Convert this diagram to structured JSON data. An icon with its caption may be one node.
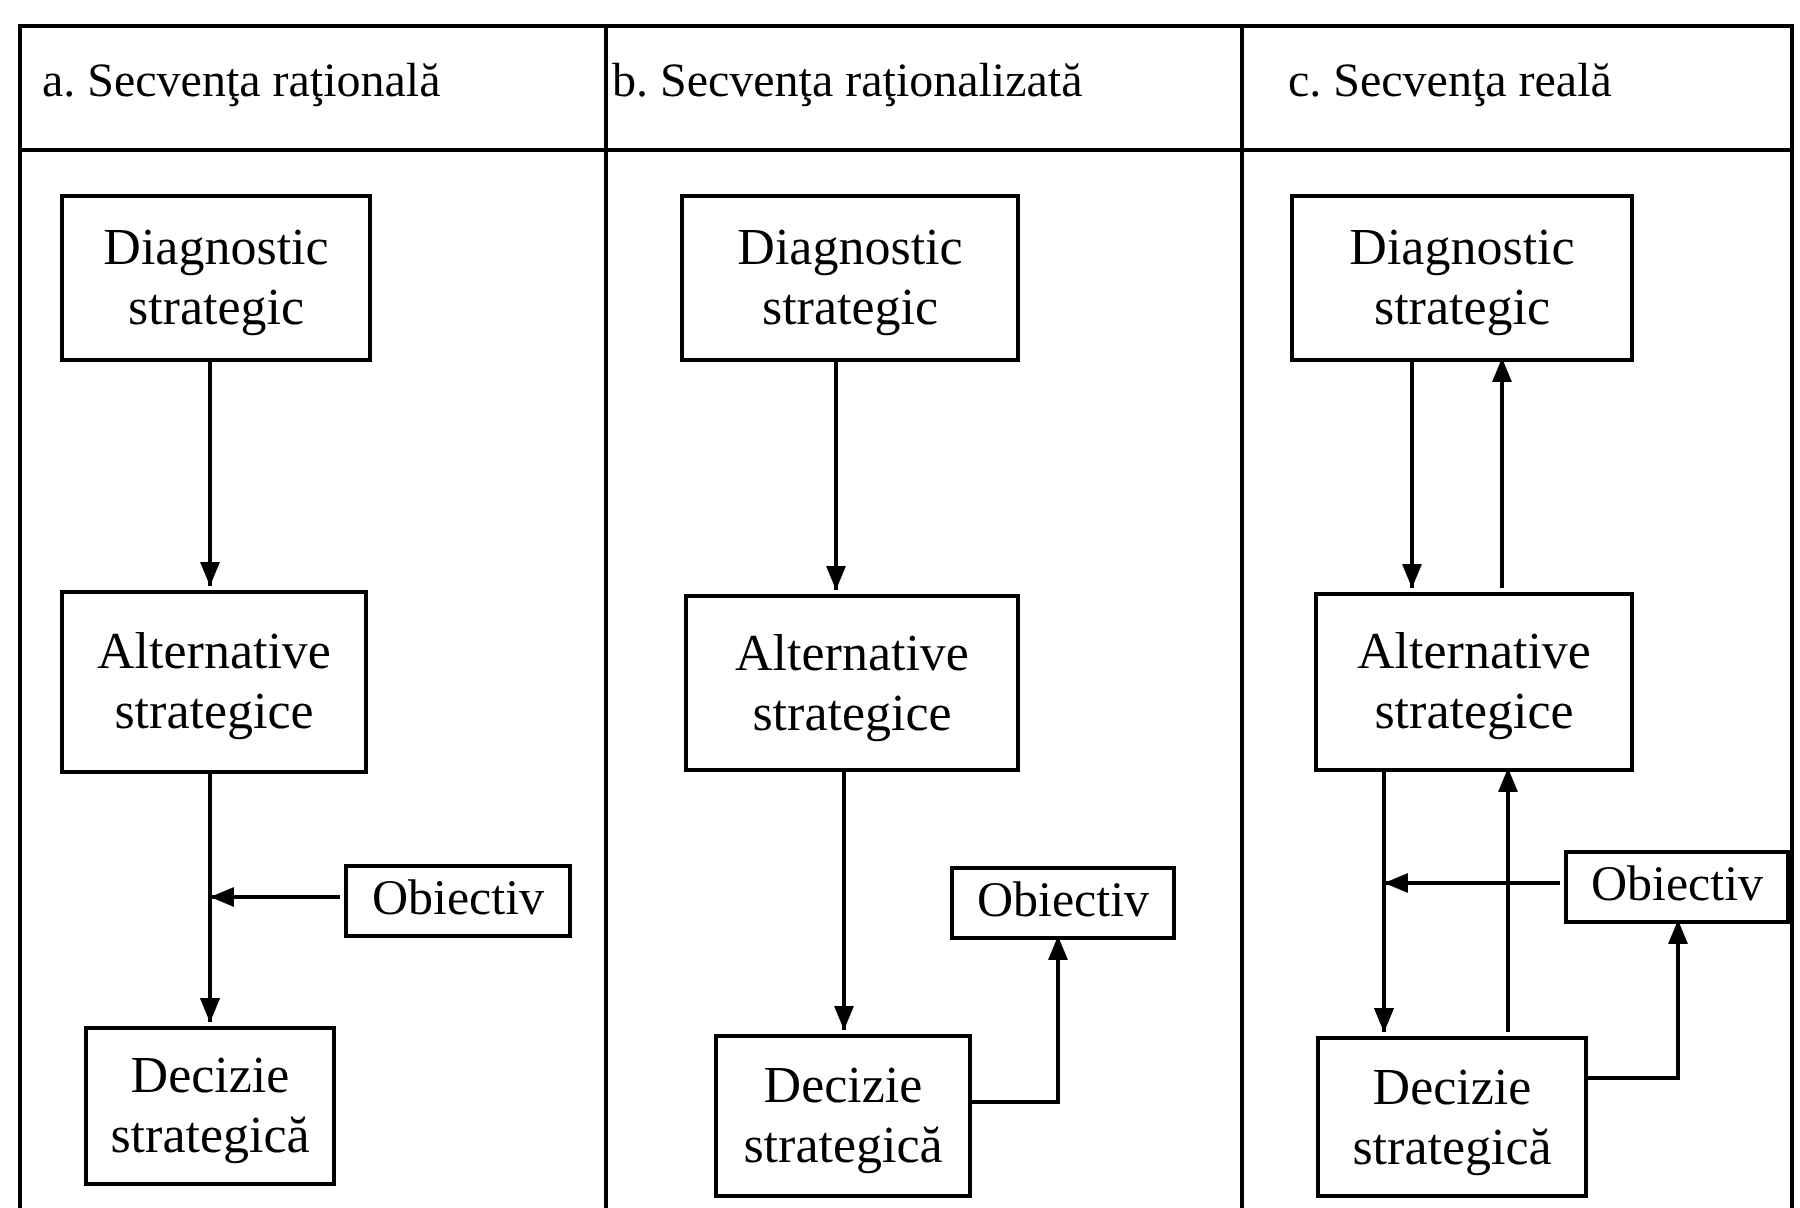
{
  "diagram": {
    "nodes": [
      {
        "text": [
          "a. Secvenţa raţională"
        ]
      },
      {
        "text": [
          "Diagnostic strategic"
        ],
        "in": 0
      },
      {
        "text": [
          "Alternative strategice"
        ],
        "in": 0
      },
      {
        "text": [
          "Obiectiv"
        ],
        "in": 0
      },
      {
        "text": [
          "Decizie strategică"
        ],
        "in": 0
      },
      {
        "text": [
          "b. Secvenţa raţionalizată"
        ]
      },
      {
        "text": [
          "Diagnostic strategic"
        ],
        "in": 5
      },
      {
        "text": [
          "Alternative strategice"
        ],
        "in": 5
      },
      {
        "text": [
          "Obiectiv"
        ],
        "in": 5
      },
      {
        "text": [
          "Decizie strategică"
        ],
        "in": 5
      },
      {
        "text": [
          "c. Secvenţa reală"
        ]
      },
      {
        "text": [
          "Diagnostic strategic"
        ],
        "in": 10
      },
      {
        "text": [
          "Alternative strategice"
        ],
        "in": 10
      },
      {
        "text": [
          "Obiectiv"
        ],
        "in": 10
      },
      {
        "text": [
          "Decizie strategică"
        ],
        "in": 10
      }
    ],
    "edges": [
      {
        "from": 1,
        "to": 2,
        "arrow": "to"
      },
      {
        "from": 2,
        "to": 4,
        "arrow": "to"
      },
      {
        "from": 3,
        "to": 4,
        "arrow": "to"
      },
      {
        "from": 6,
        "to": 7,
        "arrow": "to"
      },
      {
        "from": 7,
        "to": 9,
        "arrow": "to"
      },
      {
        "from": 9,
        "to": 8,
        "arrow": "to"
      },
      {
        "from": 11,
        "to": 12,
        "arrow": "to"
      },
      {
        "from": 12,
        "to": 11,
        "arrow": "to"
      },
      {
        "from": 12,
        "to": 14,
        "arrow": "to"
      },
      {
        "from": 14,
        "to": 12,
        "arrow": "to"
      },
      {
        "from": 13,
        "to": 14,
        "arrow": "to"
      },
      {
        "from": 14,
        "to": 13,
        "arrow": "to"
      }
    ]
  }
}
